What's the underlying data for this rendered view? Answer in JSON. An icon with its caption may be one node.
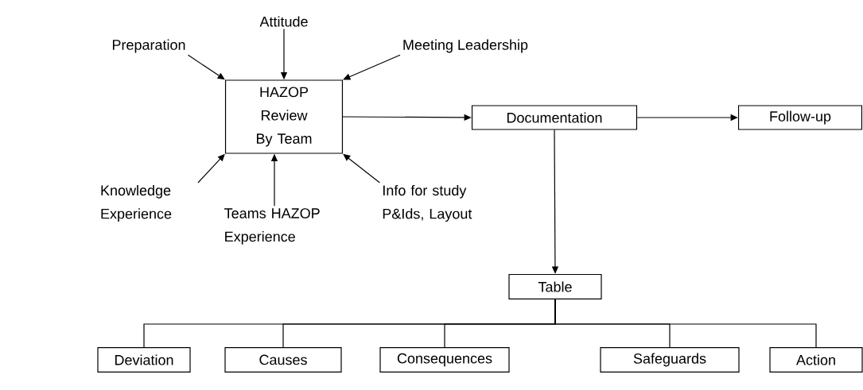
{
  "diagram": {
    "nodes": [
      {
        "text": [
          "HAZOP Review By Team"
        ]
      },
      {
        "text": [
          "Preparation"
        ]
      },
      {
        "text": [
          "Attitude"
        ]
      },
      {
        "text": [
          "Meeting Leadership"
        ]
      },
      {
        "text": [
          "Knowledge Experience"
        ]
      },
      {
        "text": [
          "Teams HAZOP Experience"
        ]
      },
      {
        "text": [
          "Info for study P&Ids, Layout"
        ]
      },
      {
        "text": [
          "Documentation"
        ]
      },
      {
        "text": [
          "Follow-up"
        ]
      },
      {
        "text": [
          "Table"
        ]
      },
      {
        "text": [
          "Deviation"
        ]
      },
      {
        "text": [
          "Causes"
        ]
      },
      {
        "text": [
          "Consequences"
        ]
      },
      {
        "text": [
          "Safeguards"
        ]
      },
      {
        "text": [
          "Action"
        ]
      }
    ],
    "edges": [
      {
        "from": 1,
        "to": 0,
        "arrow": "to"
      },
      {
        "from": 2,
        "to": 0,
        "arrow": "to"
      },
      {
        "from": 3,
        "to": 0,
        "arrow": "to"
      },
      {
        "from": 4,
        "to": 0,
        "arrow": "to"
      },
      {
        "from": 5,
        "to": 0,
        "arrow": "to"
      },
      {
        "from": 6,
        "to": 0,
        "arrow": "to"
      },
      {
        "from": 0,
        "to": 7,
        "arrow": "to"
      },
      {
        "from": 7,
        "to": 8,
        "arrow": "to"
      },
      {
        "from": 7,
        "to": 9,
        "arrow": "to"
      },
      {
        "from": 9,
        "to": 10,
        "arrow": "none"
      },
      {
        "from": 9,
        "to": 11,
        "arrow": "none"
      },
      {
        "from": 9,
        "to": 12,
        "arrow": "none"
      },
      {
        "from": 9,
        "to": 13,
        "arrow": "none"
      },
      {
        "from": 9,
        "to": 14,
        "arrow": "none"
      }
    ]
  }
}
